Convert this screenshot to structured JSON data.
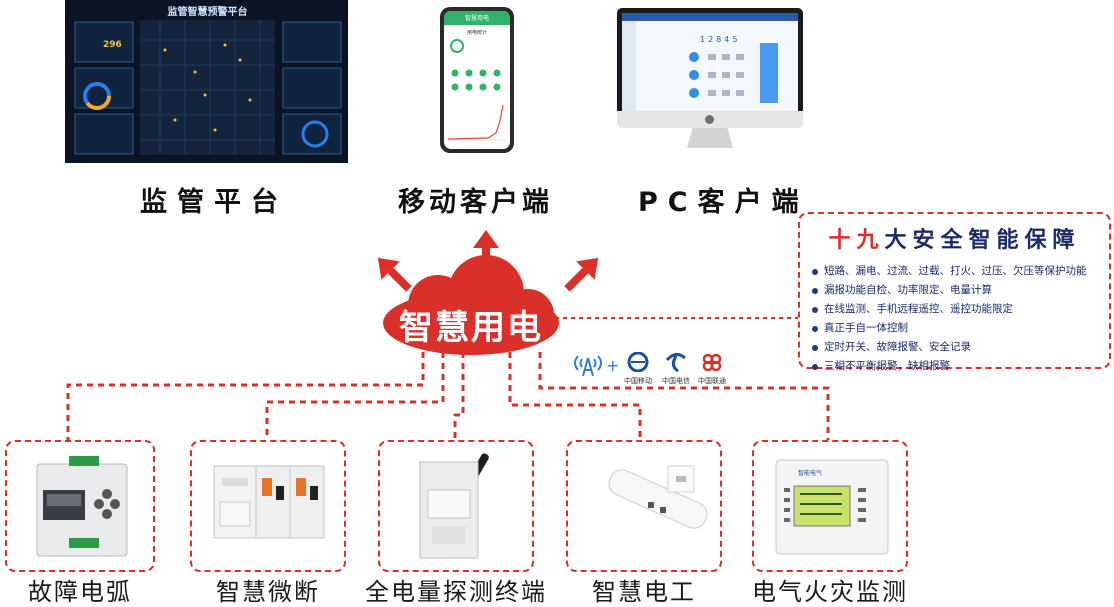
{
  "platforms": [
    {
      "label": "监管平台",
      "screen_title": "监管智慧预警平台",
      "screen_number": "296"
    },
    {
      "label": "移动客户端",
      "app_header": "智慧用电",
      "app_section": "用电统计"
    },
    {
      "label": "PC客户端",
      "pc_number": "12845"
    }
  ],
  "center": {
    "label": "智慧用电"
  },
  "features": {
    "title_red": "十九",
    "title_dark": "大安全智能保障",
    "items": [
      "短路、漏电、过流、过载、打火、过压、欠压等保护功能",
      "漏报功能自检、功率限定、电量计算",
      "在线监测、手机远程遥控、遥控功能限定",
      "真正手自一体控制",
      "定时开关、故障报警、安全记录",
      "三相不平衡报警，缺相报警"
    ]
  },
  "carriers": {
    "plus": "+",
    "items": [
      {
        "name": "中国移动",
        "color": "#1e4fa0"
      },
      {
        "name": "中国电信",
        "color": "#1e4fa0"
      },
      {
        "name": "中国联通",
        "color": "#d9302a"
      }
    ]
  },
  "devices": [
    {
      "label": "故障电弧"
    },
    {
      "label": "智慧微断"
    },
    {
      "label": "全电量探测终端"
    },
    {
      "label": "智慧电工"
    },
    {
      "label": "电气火灾监测",
      "brand": "智能电气"
    }
  ],
  "colors": {
    "accent_red": "#d9302a",
    "navy": "#1c2a6b"
  }
}
